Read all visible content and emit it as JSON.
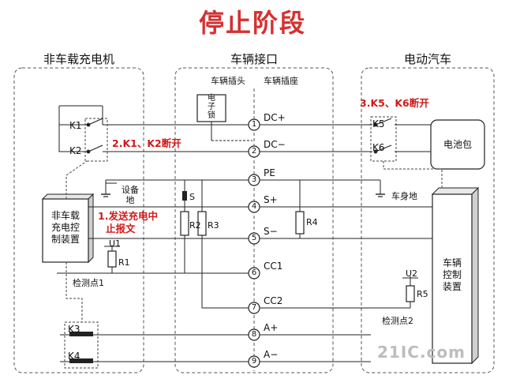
{
  "title": "停止阶段",
  "colors": {
    "title": "#d63030",
    "annotation": "#d01a1a",
    "line": "#222222",
    "dashed": "#444444"
  },
  "sections": {
    "charger": "非车载充电机",
    "interface": "车辆接口",
    "vehicle": "电动汽车"
  },
  "interface": {
    "plug": "车辆插头",
    "socket": "车辆插座",
    "pins": [
      {
        "num": "1",
        "label": "DC+"
      },
      {
        "num": "2",
        "label": "DC−"
      },
      {
        "num": "3",
        "label": "PE"
      },
      {
        "num": "4",
        "label": "S+"
      },
      {
        "num": "5",
        "label": "S−"
      },
      {
        "num": "6",
        "label": "CC1"
      },
      {
        "num": "7",
        "label": "CC2"
      },
      {
        "num": "8",
        "label": "A+"
      },
      {
        "num": "9",
        "label": "A−"
      }
    ]
  },
  "components": {
    "lock_line1": "电",
    "lock_line2": "子",
    "lock_line3": "锁",
    "k1": "K1",
    "k2": "K2",
    "k3": "K3",
    "k4": "K4",
    "k5": "K5",
    "k6": "K6",
    "s": "S",
    "r1": "R1",
    "r2": "R2",
    "r3": "R3",
    "r4": "R4",
    "r5": "R5",
    "u1": "U1",
    "u2": "U2",
    "battery": "电池包",
    "charger_ctrl": [
      "非车载",
      "充电控",
      "制装置"
    ],
    "vehicle_ctrl": [
      "车辆",
      "控制",
      "装置"
    ],
    "device_ground": [
      "设备",
      "地"
    ],
    "body_ground": "车身地",
    "detect1": "检测点1",
    "detect2": "检测点2"
  },
  "annotations": {
    "step1": [
      "1.发送充电中",
      "止报文"
    ],
    "step2": "2.K1、K2断开",
    "step3": "3.K5、K6断开"
  },
  "watermark": "21IC.com"
}
